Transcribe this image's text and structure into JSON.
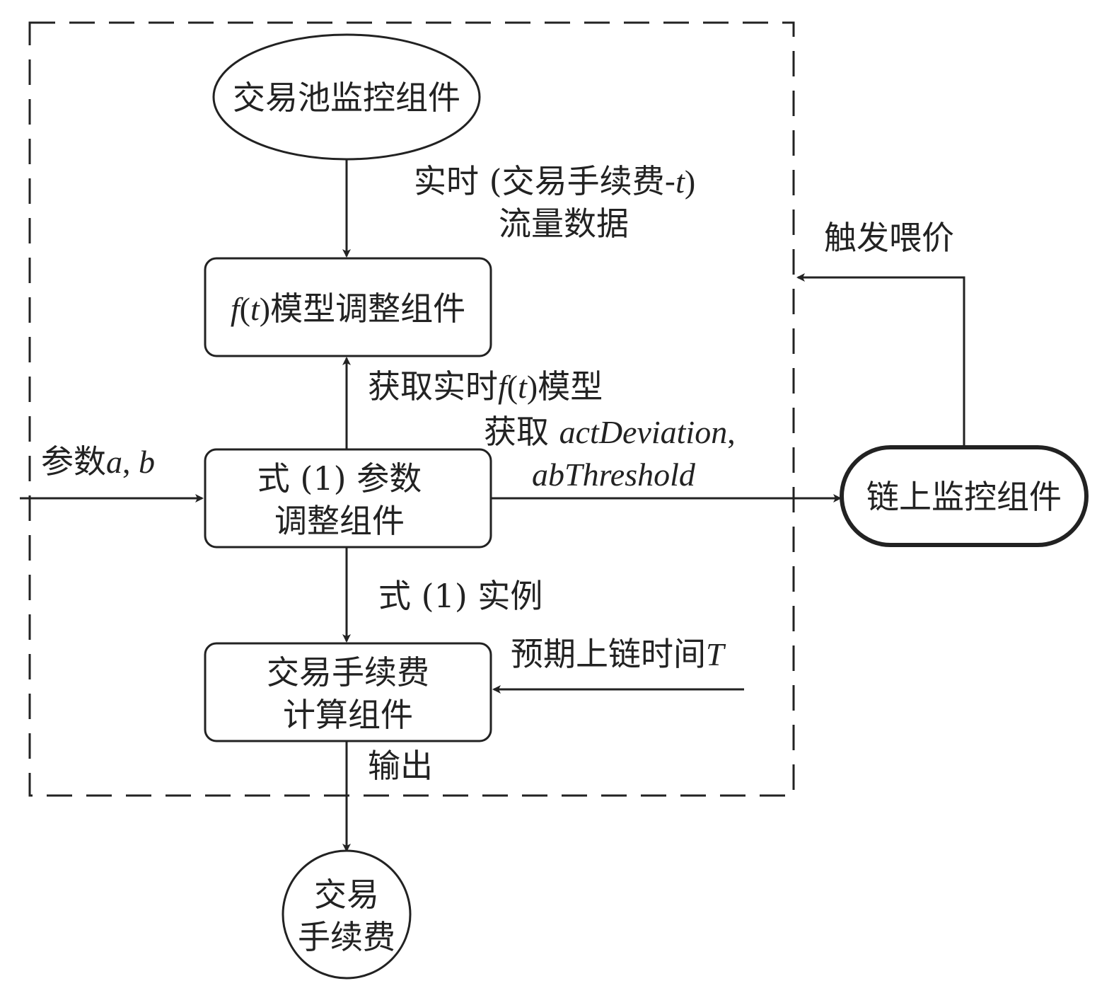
{
  "nodes": {
    "pool_monitor": "交易池监控组件",
    "ft_model_fn": "f",
    "ft_model_open": "(",
    "ft_model_var": "t",
    "ft_model_close": ")",
    "ft_model_label": "模型调整组件",
    "param_adjust_line1": "式 (1) 参数",
    "param_adjust_line2": "调整组件",
    "fee_calc_line1": "交易手续费",
    "fee_calc_line2": "计算组件",
    "chain_monitor": "链上监控组件",
    "fee_output_line1": "交易",
    "fee_output_line2": "手续费"
  },
  "edges": {
    "realtime_a": "实时 (交易手续费-",
    "realtime_t": "t",
    "realtime_b": ")",
    "realtime_line2": "流量数据",
    "trigger_feed": "触发喂价",
    "get_model_a": "获取实时",
    "get_model_f": "f",
    "get_model_open": "(",
    "get_model_t": "t",
    "get_model_close": ")",
    "get_model_b": "模型",
    "get_dev_prefix": "获取 ",
    "get_dev_var": "actDeviation",
    "get_dev_comma": ",",
    "get_threshold": "abThreshold",
    "params_prefix": "参数",
    "params_vars": "a",
    "params_sep": ", ",
    "params_var_b": "b",
    "instance": "式 (1) 实例",
    "expected_prefix": "预期上链时间",
    "expected_var": "T",
    "output": "输出"
  }
}
